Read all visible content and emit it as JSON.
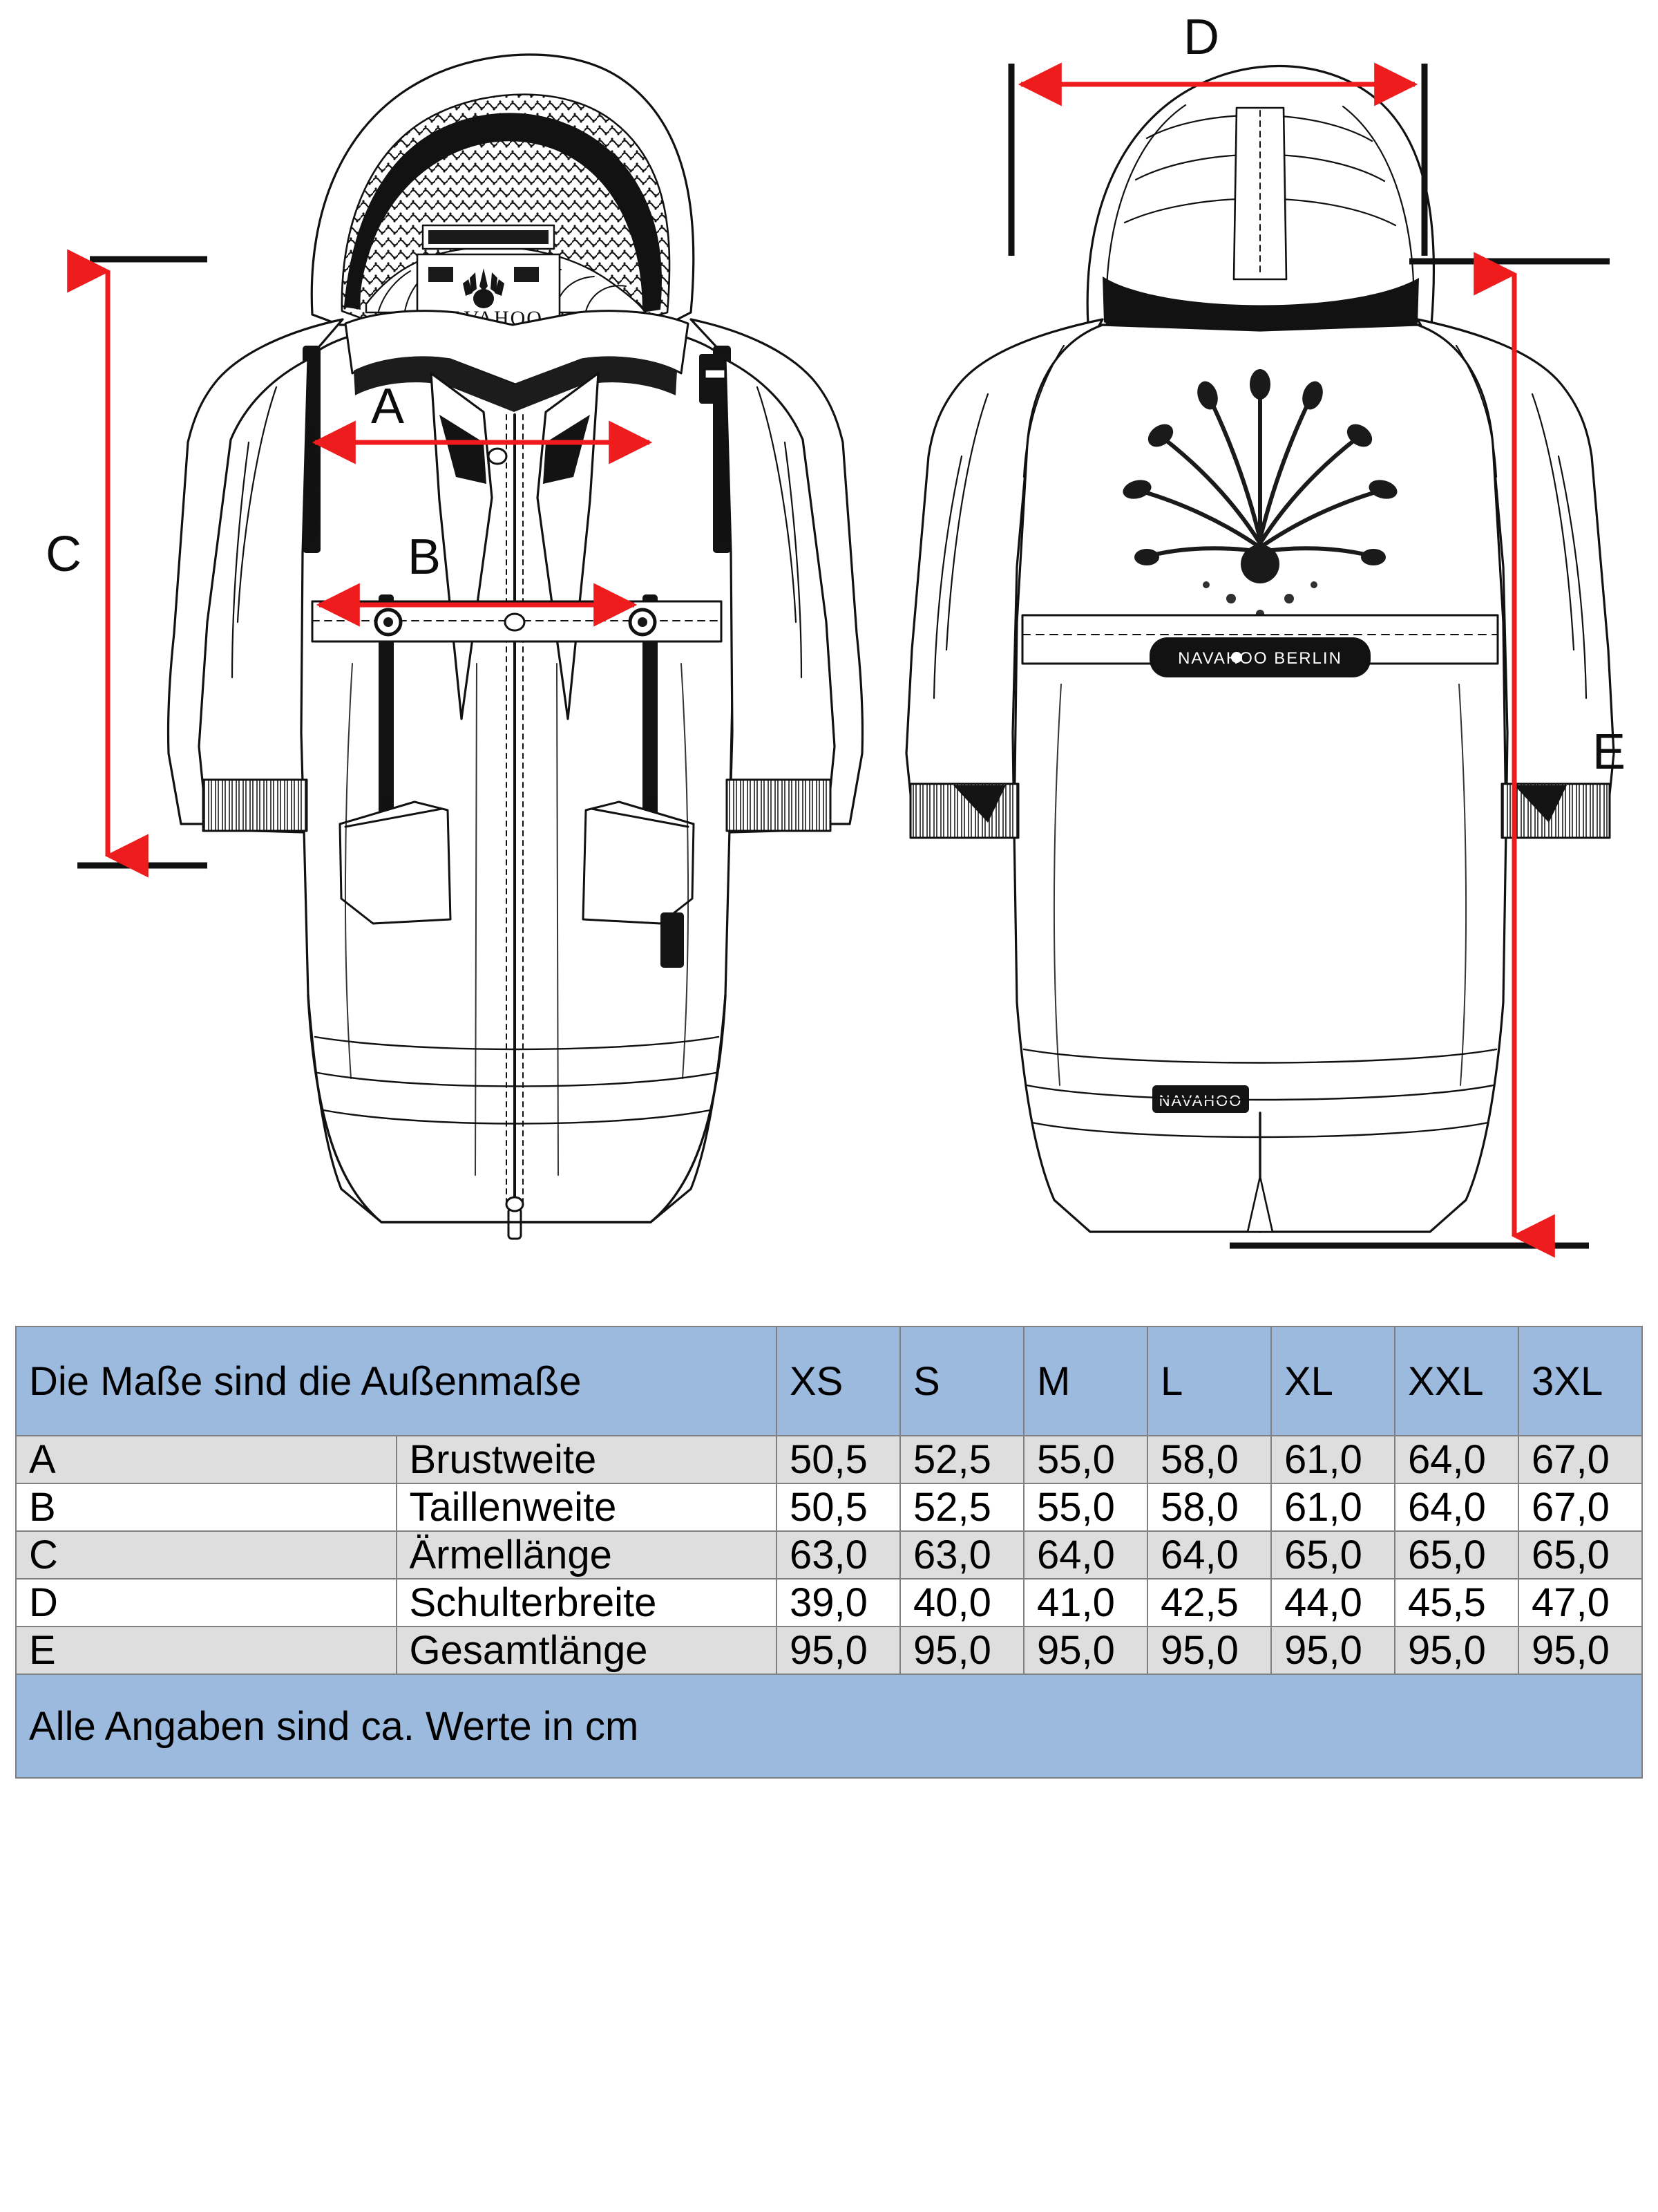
{
  "illustration": {
    "front_view_label": "front-view-jacket",
    "back_view_label": "back-view-jacket",
    "brand": "NAVAHOO",
    "markers": [
      {
        "id": "A",
        "letter": "A",
        "orientation": "horizontal",
        "view": "front"
      },
      {
        "id": "B",
        "letter": "B",
        "orientation": "horizontal",
        "view": "front"
      },
      {
        "id": "C",
        "letter": "C",
        "orientation": "vertical",
        "view": "front"
      },
      {
        "id": "D",
        "letter": "D",
        "orientation": "horizontal",
        "view": "back"
      },
      {
        "id": "E",
        "letter": "E",
        "orientation": "vertical",
        "view": "back"
      }
    ],
    "arrow_color": "#ee1c1c",
    "guide_color": "#111111"
  },
  "table": {
    "title": "Die Maße sind die Außenmaße",
    "sizes": [
      "XS",
      "S",
      "M",
      "L",
      "XL",
      "XXL",
      "3XL"
    ],
    "rows": [
      {
        "letter": "A",
        "label": "Brustweite",
        "values": [
          "50,5",
          "52,5",
          "55,0",
          "58,0",
          "61,0",
          "64,0",
          "67,0"
        ]
      },
      {
        "letter": "B",
        "label": "Taillenweite",
        "values": [
          "50,5",
          "52,5",
          "55,0",
          "58,0",
          "61,0",
          "64,0",
          "67,0"
        ]
      },
      {
        "letter": "C",
        "label": "Ärmellänge",
        "values": [
          "63,0",
          "63,0",
          "64,0",
          "64,0",
          "65,0",
          "65,0",
          "65,0"
        ]
      },
      {
        "letter": "D",
        "label": "Schulterbreite",
        "values": [
          "39,0",
          "40,0",
          "41,0",
          "42,5",
          "44,0",
          "45,5",
          "47,0"
        ]
      },
      {
        "letter": "E",
        "label": "Gesamtlänge",
        "values": [
          "95,0",
          "95,0",
          "95,0",
          "95,0",
          "95,0",
          "95,0",
          "95,0"
        ]
      }
    ],
    "footer": "Alle Angaben sind ca. Werte in cm",
    "header_bg": "#9cb9de",
    "shaded_bg": "#dedede",
    "plain_bg": "#ffffff",
    "border_color": "#808080"
  }
}
